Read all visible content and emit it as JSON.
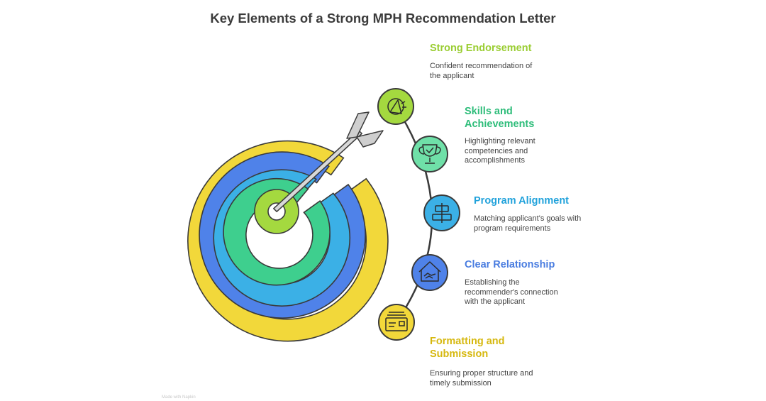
{
  "title": "Key Elements of a Strong MPH Recommendation Letter",
  "colors": {
    "yellow": "#f2d83a",
    "blue": "#4f82e9",
    "sky": "#3bb0e6",
    "green": "#3ecf8e",
    "lime": "#a4d93f",
    "outline": "#3a3a3a"
  },
  "items": [
    {
      "heading": "Strong Endorsement",
      "description": "Confident recommendation of the applicant",
      "color": "#9acd32",
      "icon": "megaphone-icon"
    },
    {
      "heading": "Skills and Achievements",
      "description": "Highlighting relevant competencies and accomplishments",
      "color": "#2ebd7a",
      "icon": "trophy-icon"
    },
    {
      "heading": "Program Alignment",
      "description": "Matching applicant's goals with program requirements",
      "color": "#21a2db",
      "icon": "alignment-icon"
    },
    {
      "heading": "Clear Relationship",
      "description": "Establishing the recommender's connection with the applicant",
      "color": "#4a7de0",
      "icon": "handshake-house-icon"
    },
    {
      "heading": "Formatting and Submission",
      "description": "Ensuring proper structure and timely submission",
      "color": "#d6b80f",
      "icon": "document-icon"
    }
  ],
  "watermark": "Made with Napkin"
}
